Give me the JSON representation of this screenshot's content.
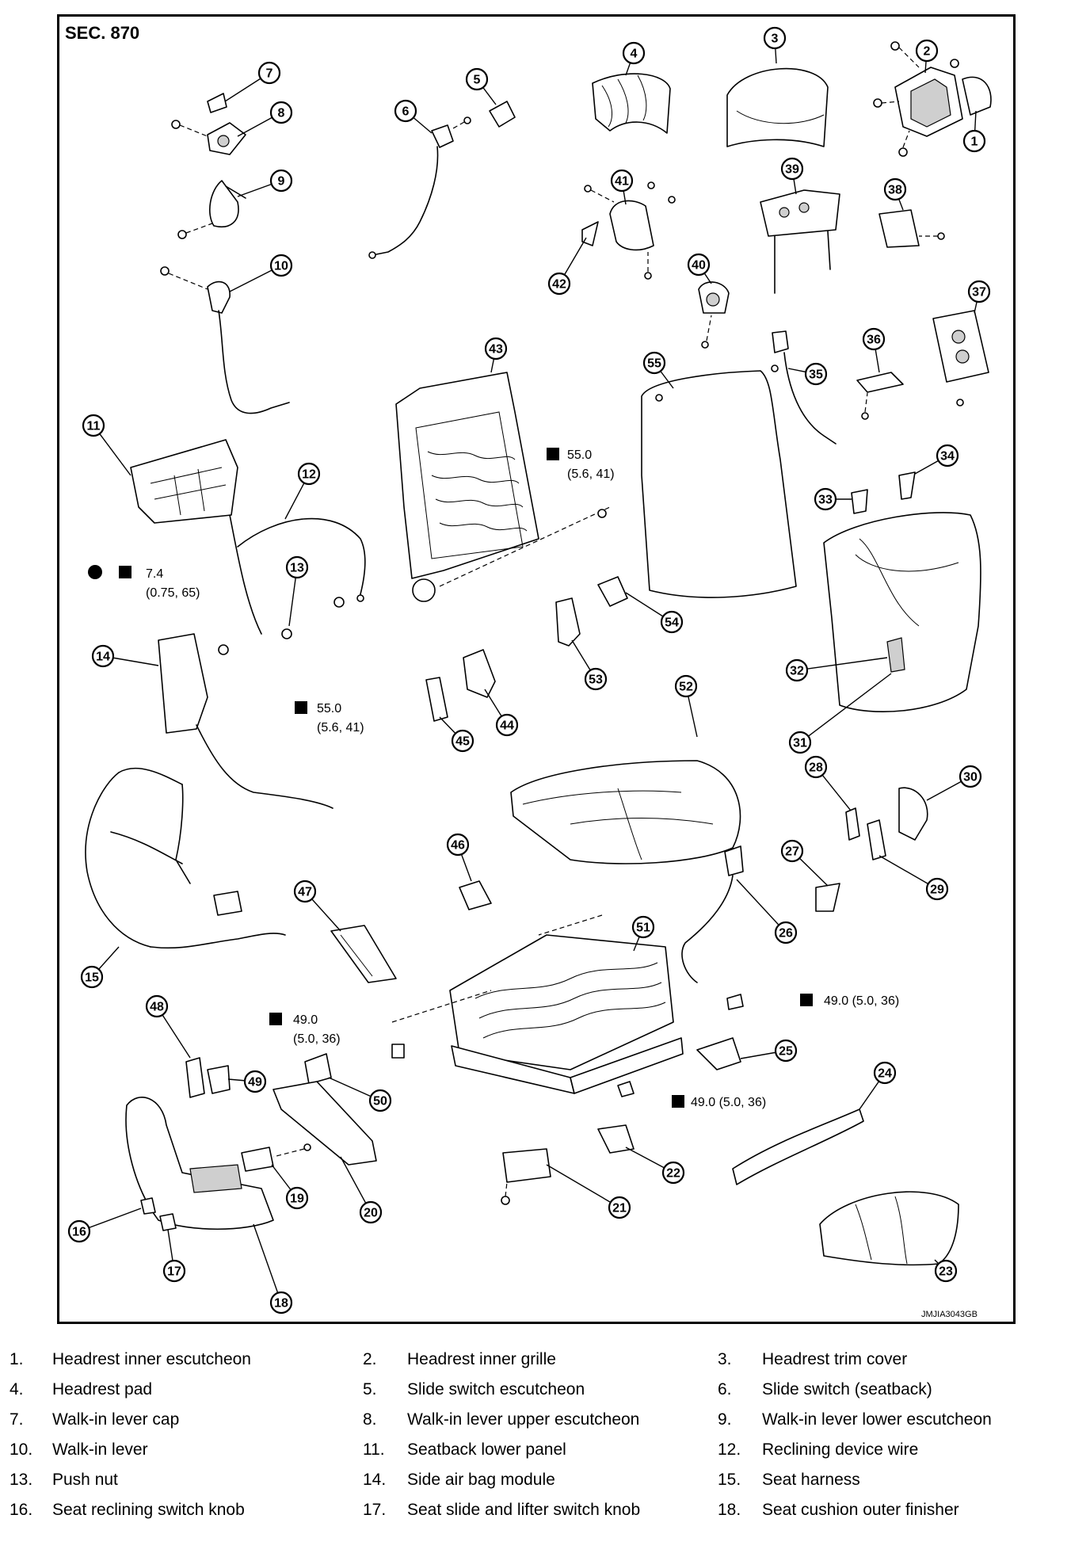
{
  "diagram": {
    "section": "SEC. 870",
    "code": "JMJIA3043GB",
    "callouts": [
      "1",
      "2",
      "3",
      "4",
      "5",
      "6",
      "7",
      "8",
      "9",
      "10",
      "11",
      "12",
      "13",
      "14",
      "15",
      "16",
      "17",
      "18",
      "19",
      "20",
      "21",
      "22",
      "23",
      "24",
      "25",
      "26",
      "27",
      "28",
      "29",
      "30",
      "31",
      "32",
      "33",
      "34",
      "35",
      "36",
      "37",
      "38",
      "39",
      "40",
      "41",
      "42",
      "43",
      "44",
      "45",
      "46",
      "47",
      "48",
      "49",
      "50",
      "51",
      "52",
      "53",
      "54",
      "55"
    ],
    "torques": [
      {
        "value": "55.0",
        "sub": "(5.6, 41)"
      },
      {
        "value": "7.4",
        "sub": "(0.75, 65)"
      },
      {
        "value": "55.0",
        "sub": "(5.6, 41)"
      },
      {
        "value": "49.0",
        "sub": "(5.0, 36)"
      },
      {
        "value": "49.0 (5.0, 36)",
        "sub": ""
      },
      {
        "value": "49.0 (5.0, 36)",
        "sub": ""
      }
    ]
  },
  "legend": [
    {
      "num": "1.",
      "label": "Headrest inner escutcheon"
    },
    {
      "num": "2.",
      "label": "Headrest inner grille"
    },
    {
      "num": "3.",
      "label": "Headrest trim cover"
    },
    {
      "num": "4.",
      "label": "Headrest pad"
    },
    {
      "num": "5.",
      "label": "Slide switch escutcheon"
    },
    {
      "num": "6.",
      "label": "Slide switch (seatback)"
    },
    {
      "num": "7.",
      "label": "Walk-in lever cap"
    },
    {
      "num": "8.",
      "label": "Walk-in lever upper escutcheon"
    },
    {
      "num": "9.",
      "label": "Walk-in lever lower escutcheon"
    },
    {
      "num": "10.",
      "label": "Walk-in lever"
    },
    {
      "num": "11.",
      "label": "Seatback lower panel"
    },
    {
      "num": "12.",
      "label": "Reclining device wire"
    },
    {
      "num": "13.",
      "label": "Push nut"
    },
    {
      "num": "14.",
      "label": "Side air bag module"
    },
    {
      "num": "15.",
      "label": "Seat harness"
    },
    {
      "num": "16.",
      "label": "Seat reclining switch knob"
    },
    {
      "num": "17.",
      "label": "Seat slide and lifter switch knob"
    },
    {
      "num": "18.",
      "label": "Seat cushion outer finisher"
    }
  ]
}
